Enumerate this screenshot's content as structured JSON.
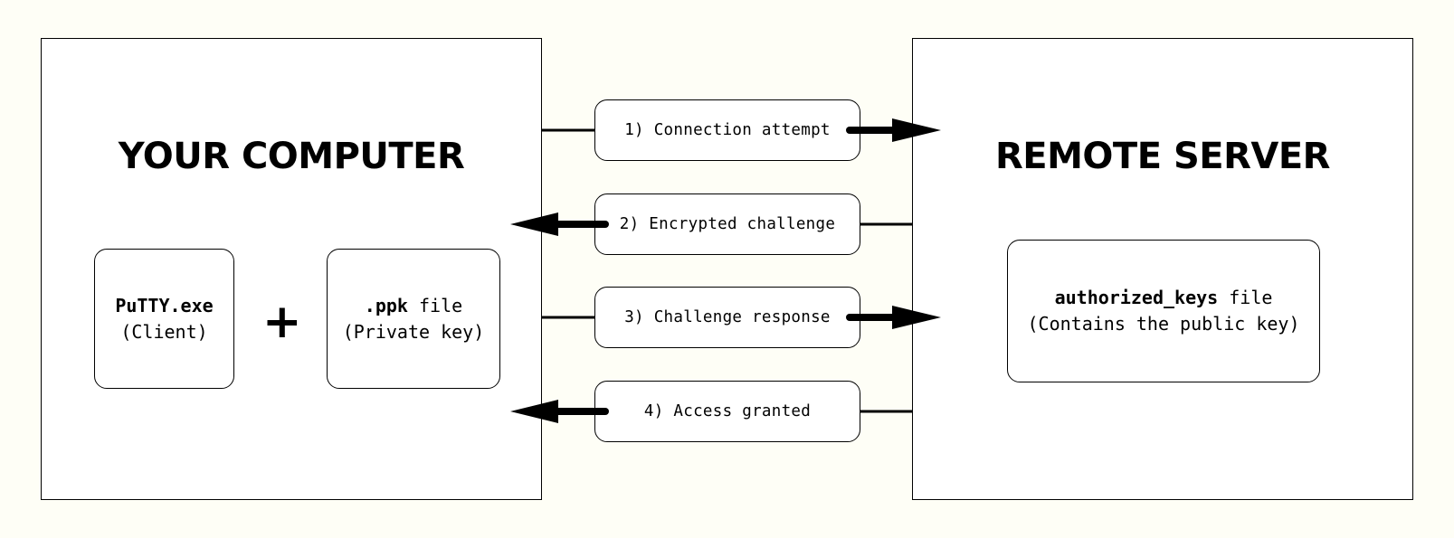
{
  "left_panel": {
    "title": "YOUR COMPUTER",
    "client_card": {
      "name": "PuTTY.exe",
      "caption": "(Client)"
    },
    "plus": "+",
    "key_card": {
      "name": ".ppk",
      "suffix": " file",
      "caption": "(Private key)"
    }
  },
  "right_panel": {
    "title": "REMOTE SERVER",
    "keys_card": {
      "name": "authorized_keys",
      "suffix": " file",
      "caption": "(Contains the public key)"
    }
  },
  "steps": [
    {
      "label": "1) Connection attempt",
      "direction": "to-server"
    },
    {
      "label": "2) Encrypted challenge",
      "direction": "to-computer"
    },
    {
      "label": "3) Challenge response",
      "direction": "to-server"
    },
    {
      "label": "4) Access granted",
      "direction": "to-computer"
    }
  ]
}
